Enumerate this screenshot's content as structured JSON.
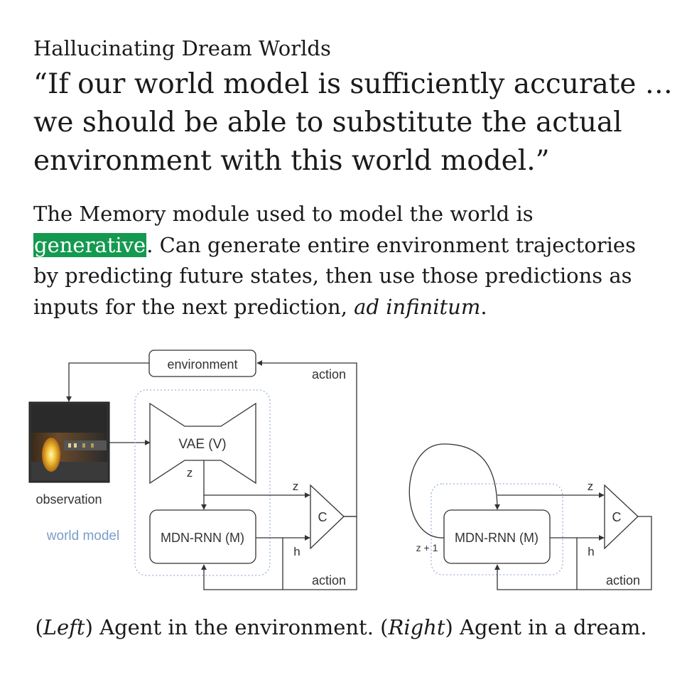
{
  "slide": {
    "title": "Hallucinating Dream Worlds",
    "quote": [
      "“If our world model is sufficiently accurate …",
      "we should be able to substitute the actual",
      "environment with this world model.”"
    ],
    "body": {
      "line1": "The Memory module used to model the world is",
      "highlight": "generative",
      "line2_rest": ". Can generate entire environment trajectories",
      "line3": "by predicting future states, then use those predictions as",
      "line4_prefix": "inputs for the next prediction, ",
      "line4_italic": "ad infinitum",
      "line4_suffix": "."
    },
    "caption": {
      "left_label": "Left",
      "left_text": " Agent in the environment. ",
      "right_label": "Right",
      "right_text": " Agent in a dream."
    }
  },
  "diagram_left": {
    "environment_label": "environment",
    "action_top_label": "action",
    "observation_label": "observation",
    "world_model_label": "world model",
    "vae_label": "VAE (V)",
    "z_inner_label": "z",
    "z_label": "z",
    "controller_label": "C",
    "rnn_label": "MDN-RNN (M)",
    "h_label": "h",
    "action_bottom_label": "action"
  },
  "diagram_right": {
    "rnn_label": "MDN-RNN (M)",
    "z_plus_label": "z + 1",
    "z_label": "z",
    "controller_label": "C",
    "h_label": "h",
    "action_label": "action"
  },
  "colors": {
    "highlight": "#149950",
    "world_model_text": "#7a9dc9",
    "dotted_border": "#9bb3d8",
    "stroke": "#333333"
  }
}
